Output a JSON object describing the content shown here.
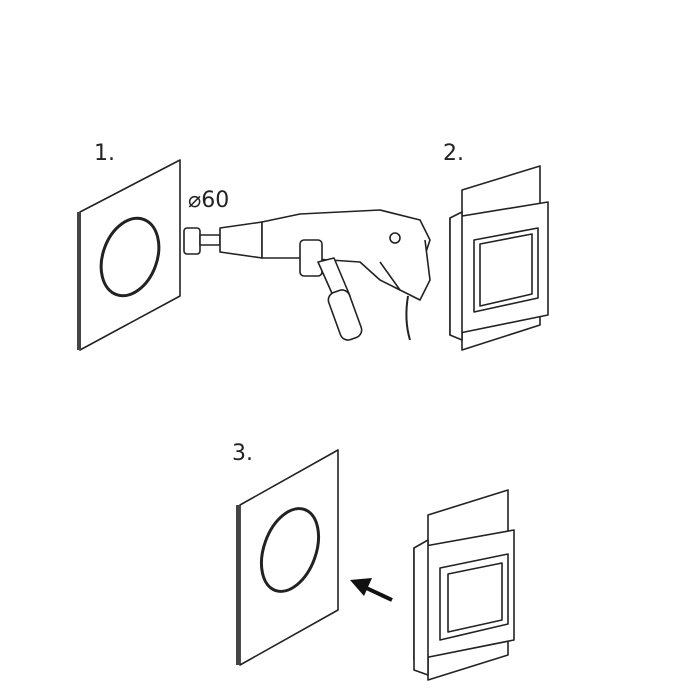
{
  "steps": [
    {
      "label": "1.",
      "annotation": "⌀60"
    },
    {
      "label": "2."
    },
    {
      "label": "3."
    }
  ],
  "colors": {
    "line": "#222222",
    "background": "#ffffff"
  }
}
